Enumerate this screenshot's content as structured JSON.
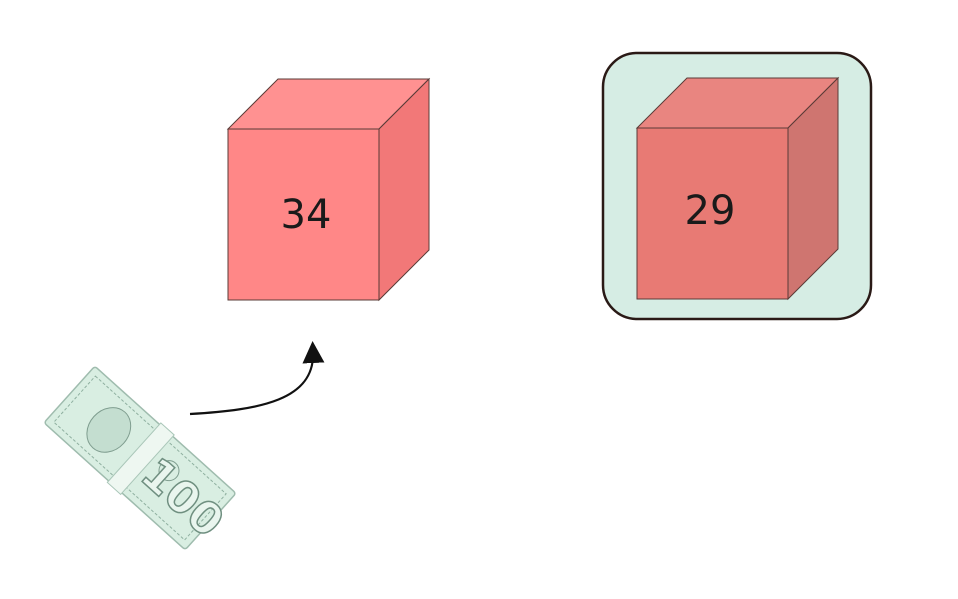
{
  "boxes": {
    "left": {
      "label": "34",
      "highlighted": false
    },
    "right": {
      "label": "29",
      "highlighted": true
    }
  },
  "bill": {
    "denomination": "100",
    "icon": "money-bill-icon"
  },
  "arrow": {
    "icon": "curved-arrow-icon"
  },
  "colors": {
    "box_front": "#ff8787",
    "box_top": "#ff9191",
    "box_side": "#f27878",
    "box_front_selected": "#e87a74",
    "box_top_selected": "#e98580",
    "box_side_selected": "#cf7570",
    "highlight_fill": "#d6ede4",
    "highlight_stroke": "#2a1a16",
    "edge": "#5a3b37",
    "bill_tint": "#d9eee2",
    "bill_ink": "#6f8f80",
    "arrow": "#111111"
  }
}
